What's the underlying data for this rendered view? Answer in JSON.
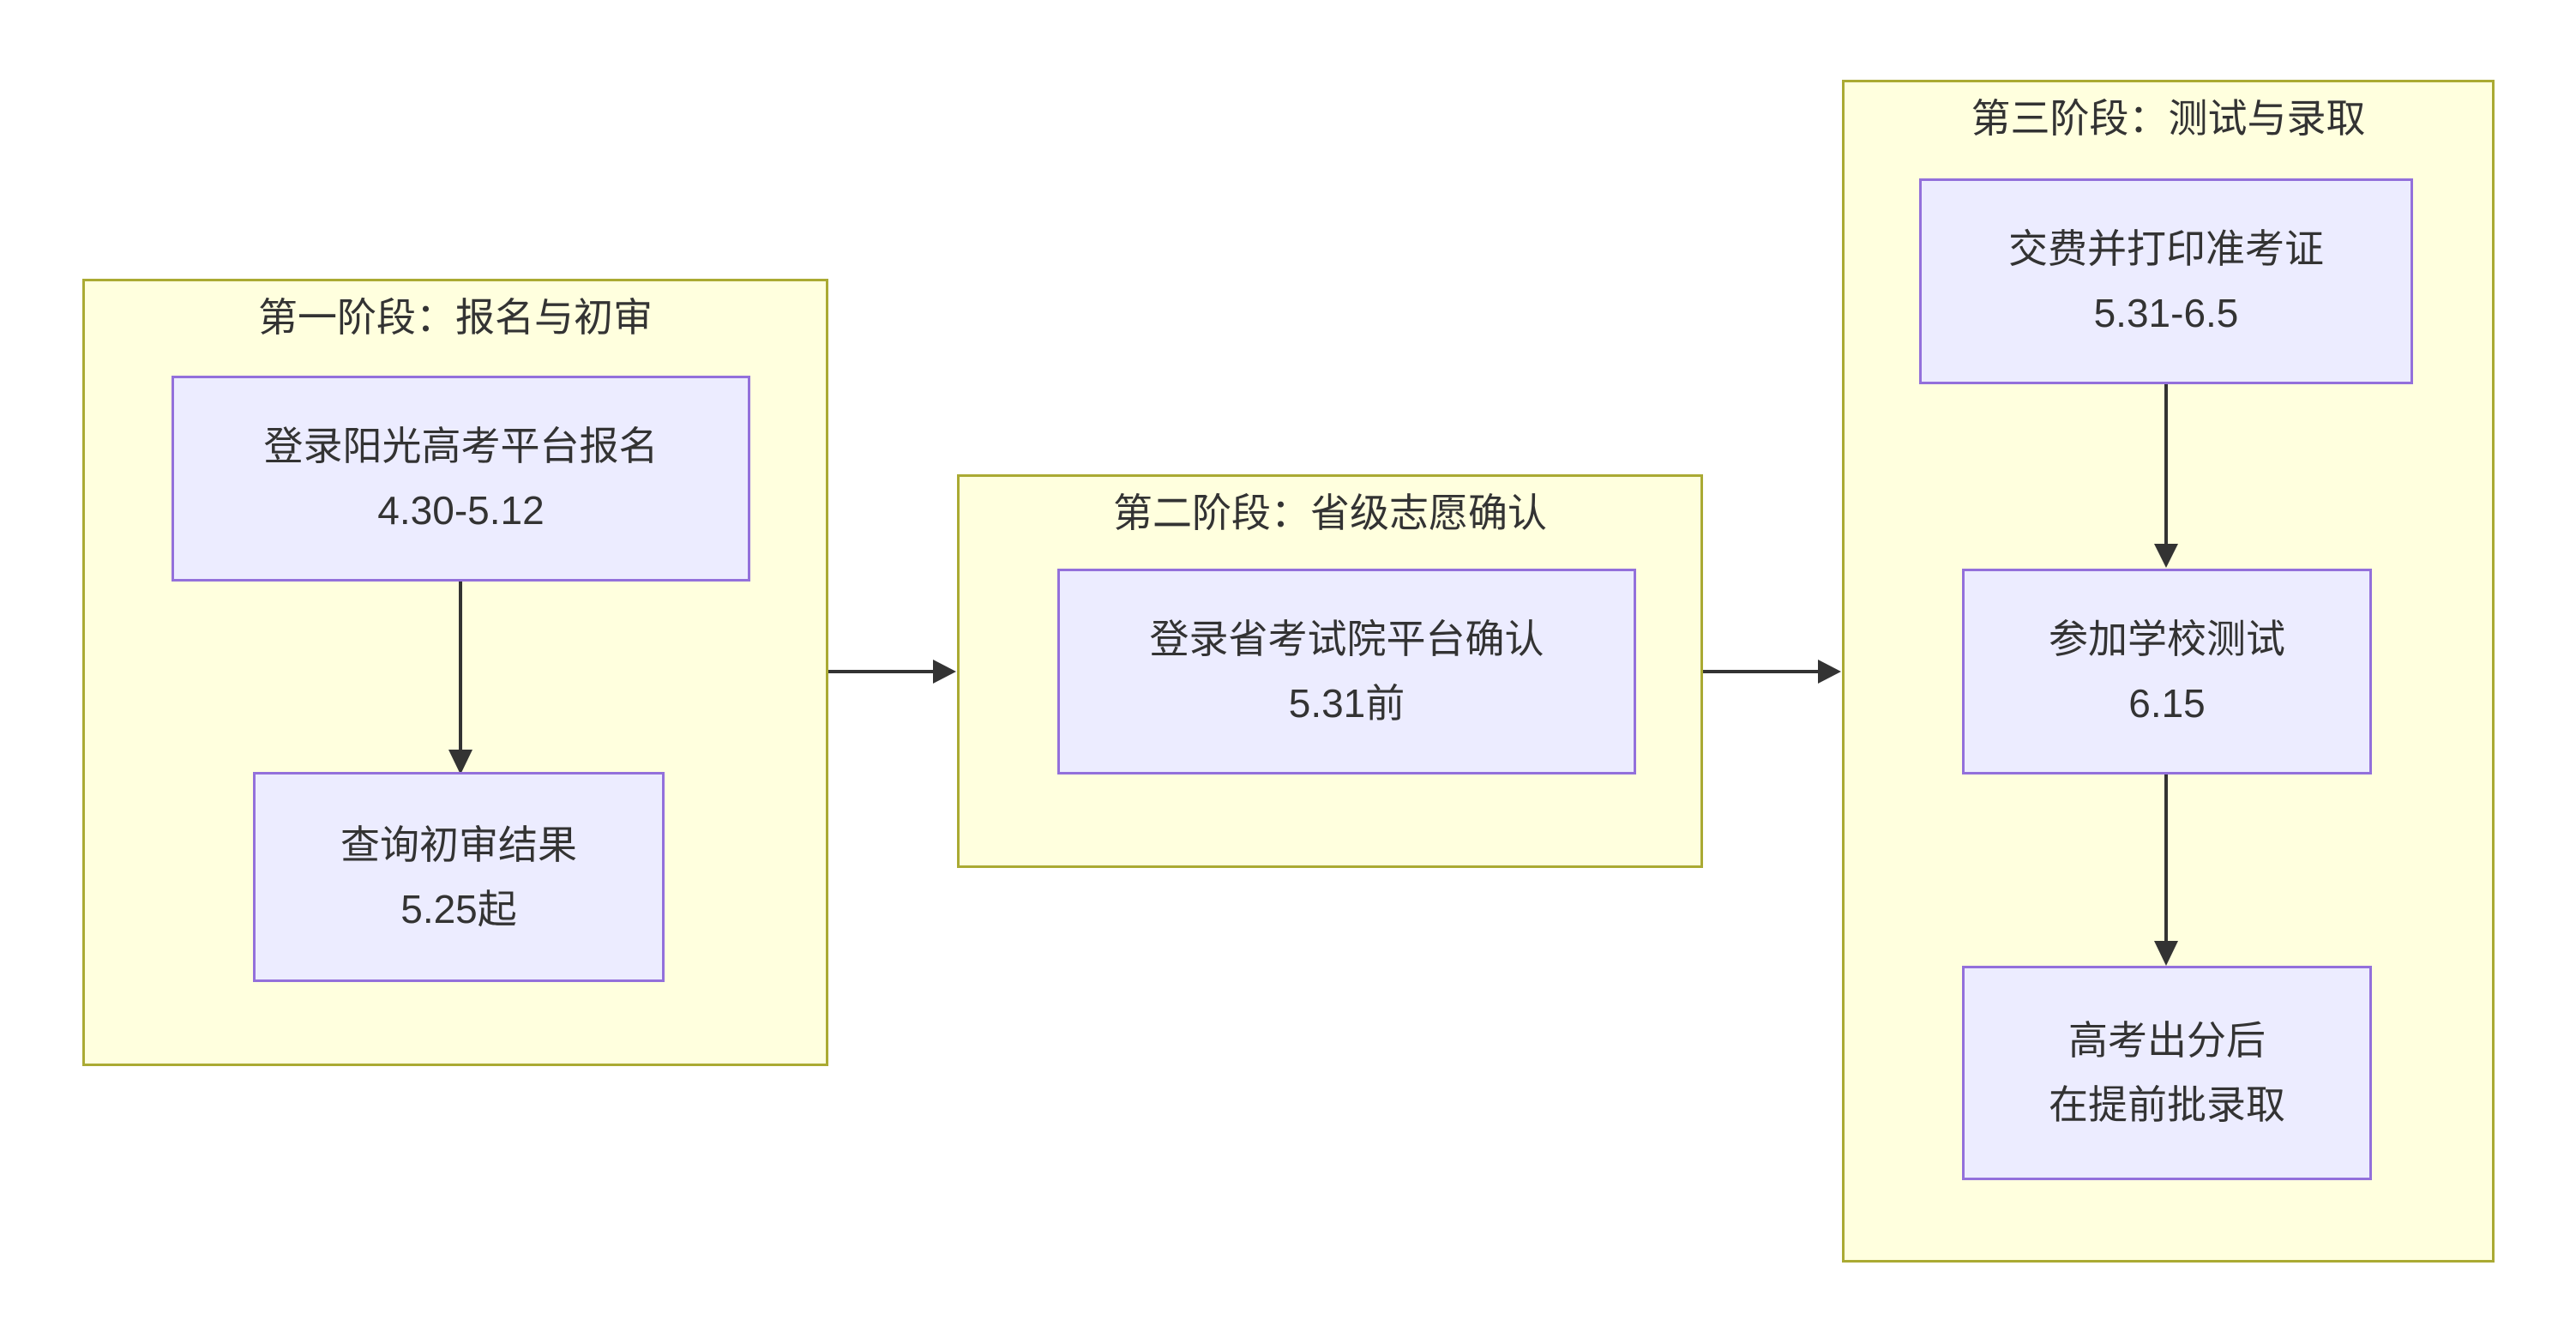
{
  "theme": {
    "background": "#ffffff",
    "cluster_fill": "#ffffde",
    "cluster_border": "#aaaa33",
    "node_fill": "#ECECFF",
    "node_border": "#9370DB",
    "edge_color": "#333333",
    "text_color": "#333333"
  },
  "diagram": {
    "type": "flowchart",
    "direction": "left-to-right",
    "stages": [
      {
        "title": "第一阶段：报名与初审",
        "nodes": [
          {
            "lines": [
              "登录阳光高考平台报名",
              "4.30-5.12"
            ]
          },
          {
            "lines": [
              "查询初审结果",
              "5.25起"
            ]
          }
        ]
      },
      {
        "title": "第二阶段：省级志愿确认",
        "nodes": [
          {
            "lines": [
              "登录省考试院平台确认",
              "5.31前"
            ]
          }
        ]
      },
      {
        "title": "第三阶段：测试与录取",
        "nodes": [
          {
            "lines": [
              "交费并打印准考证",
              "5.31-6.5"
            ]
          },
          {
            "lines": [
              "参加学校测试",
              "6.15"
            ]
          },
          {
            "lines": [
              "高考出分后",
              "在提前批录取"
            ]
          }
        ]
      }
    ],
    "edges": [
      {
        "from": "登录阳光高考平台报名",
        "to": "查询初审结果"
      },
      {
        "from": "第一阶段：报名与初审",
        "to": "第二阶段：省级志愿确认"
      },
      {
        "from": "第二阶段：省级志愿确认",
        "to": "第三阶段：测试与录取"
      },
      {
        "from": "交费并打印准考证",
        "to": "参加学校测试"
      },
      {
        "from": "参加学校测试",
        "to": "高考出分后 在提前批录取"
      }
    ]
  }
}
